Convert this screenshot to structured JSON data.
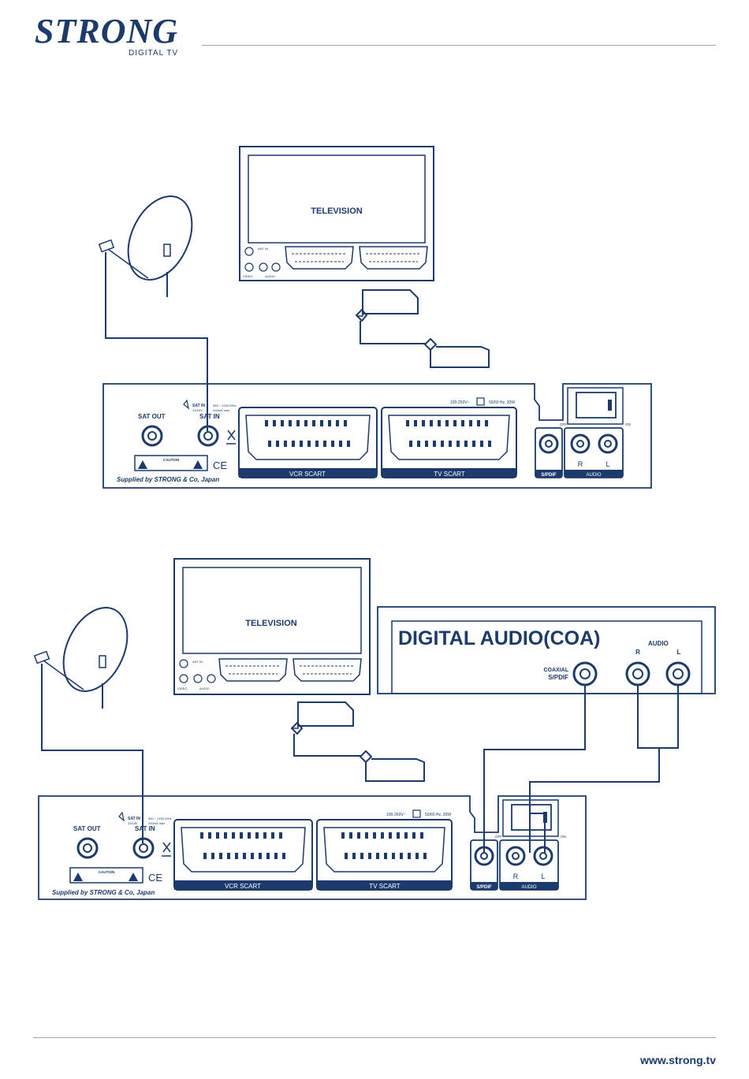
{
  "header": {
    "brand": "STRONG",
    "subtitle": "DIGITAL TV"
  },
  "footer": {
    "website": "www.strong.tv"
  },
  "diagram1": {
    "tv": {
      "label": "TELEVISION",
      "ant_in": "ANT IN",
      "video": "VIDEO",
      "audio": "AUDIO"
    },
    "receiver": {
      "sat_out": "SAT OUT",
      "sat_in": "SAT IN",
      "sat_in_small": "SAT IN",
      "freq": "950 ~ 2150 MHz",
      "volt": "13/18V",
      "current": "400mA max",
      "power": "100-250V~",
      "power_spec": "50/60 Hz, 30W",
      "vcr_scart": "VCR SCART",
      "tv_scart": "TV SCART",
      "spdif": "S/PDIF",
      "audio": "AUDIO",
      "r": "R",
      "l": "L",
      "off": "OFF",
      "on": "ON",
      "caution": "CAUTION",
      "supplied": "Supplied by STRONG & Co, Japan"
    }
  },
  "diagram2": {
    "tv": {
      "label": "TELEVISION",
      "ant_in": "ANT IN",
      "video": "VIDEO",
      "audio": "AUDIO"
    },
    "amp": {
      "title": "DIGITAL AUDIO(COA)",
      "coaxial": "COAXIAL",
      "spdif": "S/PDIF",
      "audio": "AUDIO",
      "r": "R",
      "l": "L"
    },
    "receiver": {
      "sat_out": "SAT OUT",
      "sat_in": "SAT IN",
      "sat_in_small": "SAT IN",
      "freq": "950 ~ 2150 MHz",
      "volt": "13/18V",
      "current": "400mA max",
      "power": "100-250V~",
      "power_spec": "50/60 Hz, 30W",
      "vcr_scart": "VCR SCART",
      "tv_scart": "TV SCART",
      "spdif": "S/PDIF",
      "audio": "AUDIO",
      "r": "R",
      "l": "L",
      "off": "OFF",
      "on": "ON",
      "caution": "CAUTION",
      "supplied": "Supplied by STRONG & Co, Japan"
    }
  }
}
